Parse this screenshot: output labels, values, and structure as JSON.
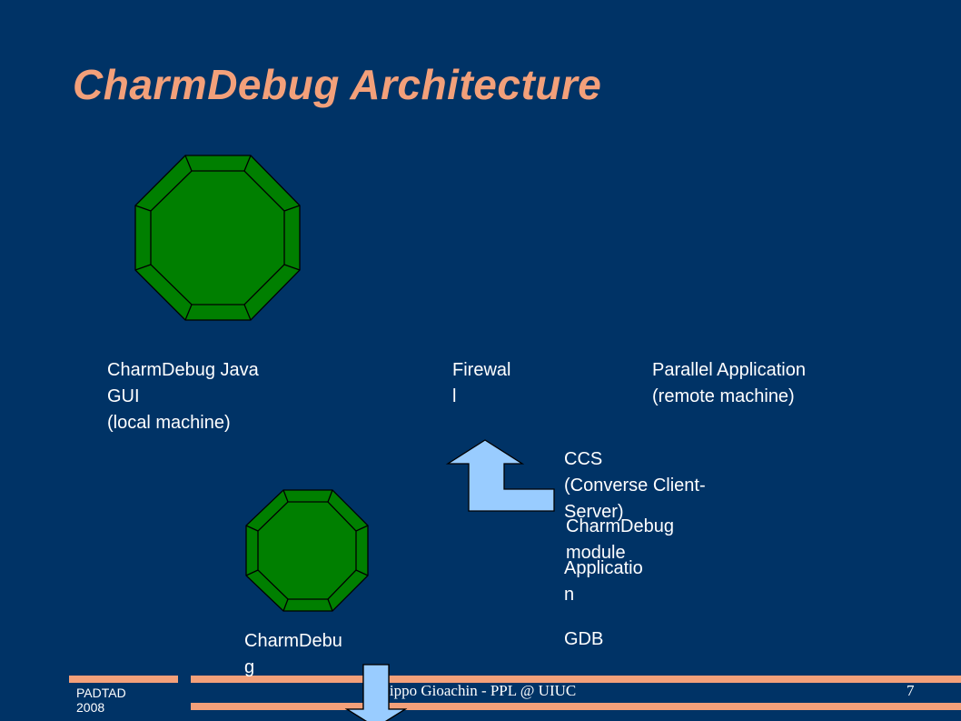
{
  "slide": {
    "title": "CharmDebug Architecture",
    "labels": {
      "gui": "CharmDebug Java\nGUI\n       (local machine)",
      "firewall": "Firewal\nl",
      "parallel_app": "Parallel Application\n (remote machine)",
      "ccs": "CCS\n(Converse Client-\nServer)",
      "module": "CharmDebug\nmodule",
      "application": "Applicatio\nn",
      "gdb": "GDB",
      "charmdebug_small": "CharmDebu\ng"
    },
    "footer": {
      "left": "PADTAD\n2008",
      "center": "Filippo Gioachin - PPL @ UIUC",
      "page": "7"
    }
  },
  "colors": {
    "background": "#003366",
    "title": "#F3A07A",
    "octagon_fill": "#007F00",
    "arrow_fill": "#99CCFF",
    "footer_bar": "#F3A07A"
  },
  "icons": [
    "octagon-icon",
    "bent-arrow-icon",
    "down-arrow-icon"
  ]
}
